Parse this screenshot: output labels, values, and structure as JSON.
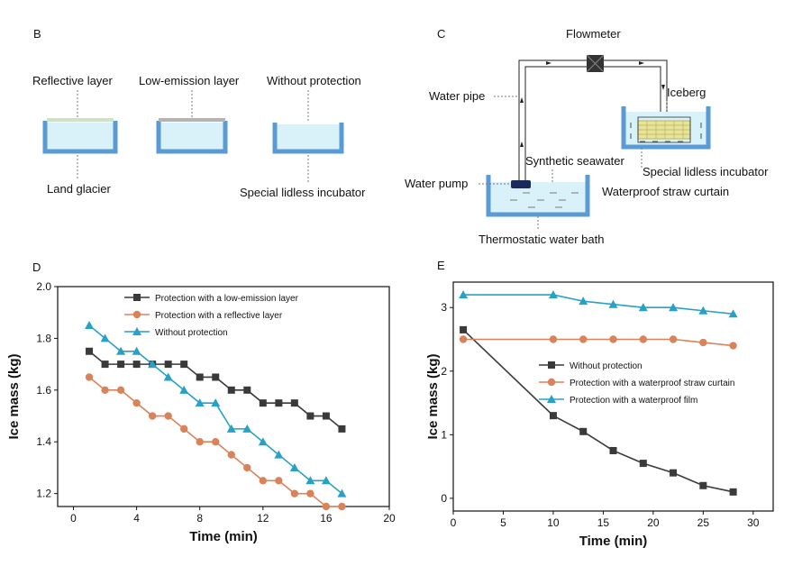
{
  "panels": {
    "B": "B",
    "C": "C",
    "D": "D",
    "E": "E"
  },
  "diagram_b": {
    "reflective_layer": "Reflective layer",
    "low_emission_layer": "Low-emission layer",
    "without_protection": "Without protection",
    "land_glacier": "Land glacier",
    "special_lidless_incubator": "Special lidless incubator"
  },
  "diagram_c": {
    "flowmeter": "Flowmeter",
    "water_pipe": "Water pipe",
    "iceberg": "Iceberg",
    "synthetic_seawater": "Synthetic seawater",
    "special_lidless_incubator": "Special lidless incubator",
    "water_pump": "Water pump",
    "waterproof_straw_curtain": "Waterproof straw curtain",
    "thermostatic_water_bath": "Thermostatic water bath"
  },
  "colors": {
    "dark": "#3a3a3a",
    "orange": "#d9835a",
    "blue": "#27a1c6",
    "water": "#d9f1f8",
    "tank": "#5b9bd5",
    "gray_layer": "#b4b4b4",
    "reflect_layer": "#cfe3c4",
    "straw": "#e7e39a"
  },
  "chart_data": [
    {
      "id": "D",
      "type": "line",
      "xlabel": "Time (min)",
      "ylabel": "Ice mass (kg)",
      "xlim": [
        -1,
        20
      ],
      "ylim": [
        1.15,
        2.0
      ],
      "xticks": [
        "0",
        "4",
        "8",
        "12",
        "16",
        "20"
      ],
      "yticks": [
        "1.2",
        "1.4",
        "1.6",
        "1.8",
        "2.0"
      ],
      "legend_position": "top",
      "series": [
        {
          "name": "Protection with a low-emission layer",
          "marker": "square",
          "color": "#3a3a3a",
          "x": [
            1,
            2,
            3,
            4,
            5,
            6,
            7,
            8,
            9,
            10,
            11,
            12,
            13,
            14,
            15,
            16,
            17
          ],
          "y": [
            1.75,
            1.7,
            1.7,
            1.7,
            1.7,
            1.7,
            1.7,
            1.65,
            1.65,
            1.6,
            1.6,
            1.55,
            1.55,
            1.55,
            1.5,
            1.5,
            1.45
          ]
        },
        {
          "name": "Protection with a reflective layer",
          "marker": "circle",
          "color": "#d9835a",
          "x": [
            1,
            2,
            3,
            4,
            5,
            6,
            7,
            8,
            9,
            10,
            11,
            12,
            13,
            14,
            15,
            16,
            17
          ],
          "y": [
            1.65,
            1.6,
            1.6,
            1.55,
            1.5,
            1.5,
            1.45,
            1.4,
            1.4,
            1.35,
            1.3,
            1.25,
            1.25,
            1.2,
            1.2,
            1.15,
            1.15
          ]
        },
        {
          "name": "Without protection",
          "marker": "triangle",
          "color": "#27a1c6",
          "x": [
            1,
            2,
            3,
            4,
            5,
            6,
            7,
            8,
            9,
            10,
            11,
            12,
            13,
            14,
            15,
            16,
            17
          ],
          "y": [
            1.85,
            1.8,
            1.75,
            1.75,
            1.7,
            1.65,
            1.6,
            1.55,
            1.55,
            1.45,
            1.45,
            1.4,
            1.35,
            1.3,
            1.25,
            1.25,
            1.2
          ]
        }
      ]
    },
    {
      "id": "E",
      "type": "line",
      "xlabel": "Time (min)",
      "ylabel": "Ice mass (kg)",
      "xlim": [
        0,
        32
      ],
      "ylim": [
        -0.2,
        3.4
      ],
      "xticks": [
        "0",
        "5",
        "10",
        "15",
        "20",
        "25",
        "30"
      ],
      "yticks": [
        "0",
        "1",
        "2",
        "3"
      ],
      "legend_position": "center-right",
      "series": [
        {
          "name": "Without protection",
          "marker": "square",
          "color": "#3a3a3a",
          "x": [
            1,
            10,
            13,
            16,
            19,
            22,
            25,
            28
          ],
          "y": [
            2.65,
            1.3,
            1.05,
            0.75,
            0.55,
            0.4,
            0.2,
            0.1
          ]
        },
        {
          "name": "Protection with a waterproof straw curtain",
          "marker": "circle",
          "color": "#d9835a",
          "x": [
            1,
            10,
            13,
            16,
            19,
            22,
            25,
            28
          ],
          "y": [
            2.5,
            2.5,
            2.5,
            2.5,
            2.5,
            2.5,
            2.45,
            2.4
          ]
        },
        {
          "name": "Protection with a waterproof film",
          "marker": "triangle",
          "color": "#27a1c6",
          "x": [
            1,
            10,
            13,
            16,
            19,
            22,
            25,
            28
          ],
          "y": [
            3.2,
            3.2,
            3.1,
            3.05,
            3.0,
            3.0,
            2.95,
            2.9
          ]
        }
      ]
    }
  ]
}
